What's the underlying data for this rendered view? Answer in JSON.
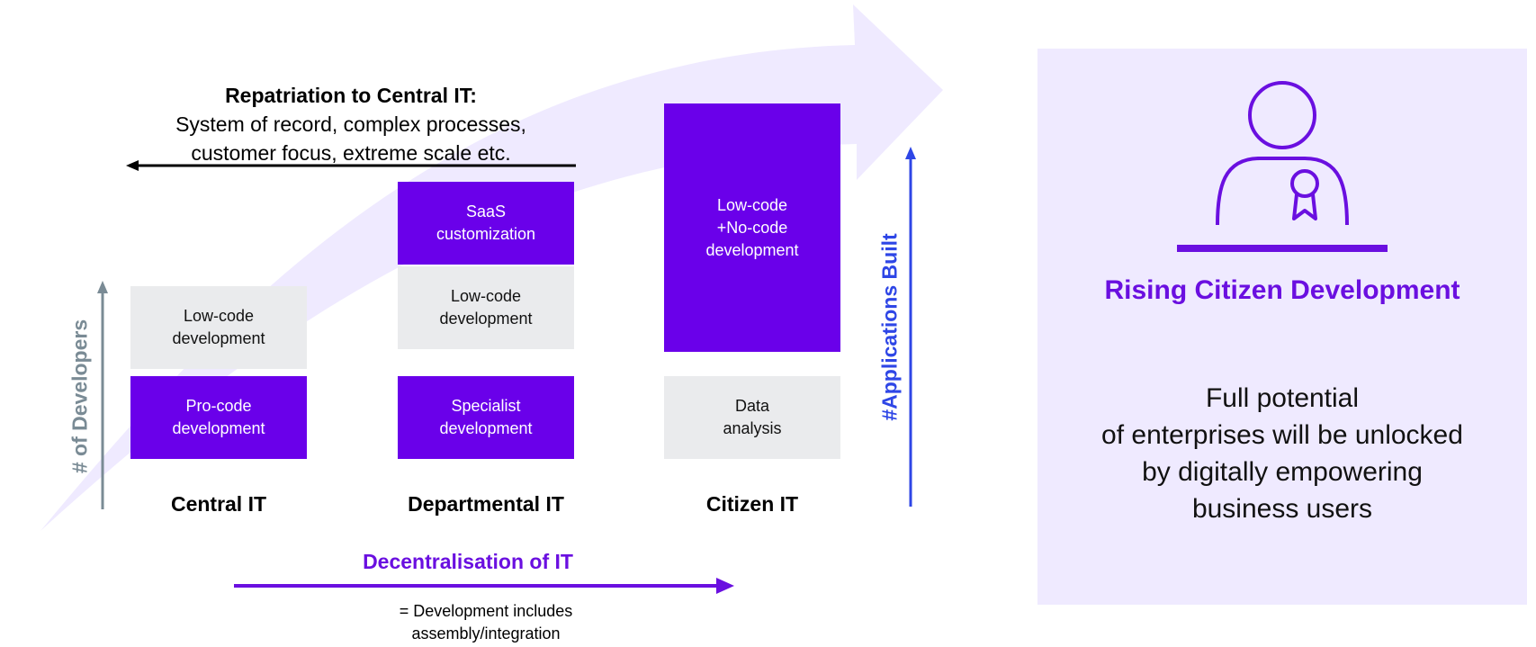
{
  "colors": {
    "purple": "#6a00ea",
    "grey_box": "#eaebed",
    "title_purple": "#6a0fe0",
    "blue_arrow": "#2e46e6",
    "developers_arrow": "#7a8b95",
    "panel_bg": "#efeaff",
    "swoosh": "#efeaff"
  },
  "repatriation": {
    "title": "Repatriation to Central IT:",
    "body": "System of record, complex processes,\ncustomer focus, extreme scale etc."
  },
  "axes": {
    "developers_label": "# of Developers",
    "applications_label": "#Applications Built",
    "decentralisation_label": "Decentralisation of IT"
  },
  "columns": [
    {
      "label": "Central IT",
      "boxes": [
        {
          "text": "Low-code\ndevelopment",
          "style": "grey"
        },
        {
          "text": "Pro-code\ndevelopment",
          "style": "purple"
        }
      ]
    },
    {
      "label": "Departmental IT",
      "boxes": [
        {
          "text": "SaaS\ncustomization",
          "style": "purple"
        },
        {
          "text": "Low-code\ndevelopment",
          "style": "grey"
        },
        {
          "text": "Specialist\ndevelopment",
          "style": "purple"
        }
      ]
    },
    {
      "label": "Citizen IT",
      "boxes": [
        {
          "text": "Low-code\n+No-code\ndevelopment",
          "style": "purple"
        },
        {
          "text": "Data\nanalysis",
          "style": "grey"
        }
      ]
    }
  ],
  "footnote": "= Development includes\nassembly/integration",
  "panel": {
    "icon": "citizen-developer-icon",
    "title": "Rising Citizen Development",
    "body": "Full potential\nof enterprises will be unlocked\nby digitally empowering\nbusiness users"
  }
}
